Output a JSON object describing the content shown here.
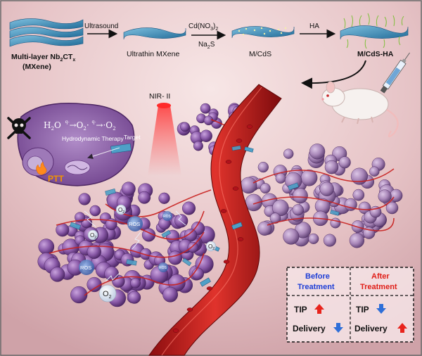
{
  "synthesis": {
    "step1_label_line1": "Multi-layer Nb",
    "step1_sub_2": "2",
    "step1_label_ct": "CT",
    "step1_sub_x": "x",
    "step1_label_line2": "(MXene)",
    "arrow1_label": "Ultrasound",
    "step2_label": "Ultrathin MXene",
    "arrow2_label_top": "Cd(NO",
    "arrow2_sub_3": "3",
    "arrow2_close": ")",
    "arrow2_sub_2": "2",
    "arrow2_label_bottom": "Na",
    "arrow2_bottom_sub": "2",
    "arrow2_bottom_tail": "S",
    "step3_label": "M/CdS",
    "arrow3_label": "HA",
    "step4_label": "M/CdS-HA"
  },
  "irradiation": {
    "label": "NIR- II"
  },
  "cell_inset": {
    "reaction_h2o": "H",
    "reaction_sub2": "2",
    "reaction_o": "O",
    "reaction_q1": "q-",
    "reaction_o2": "O",
    "reaction_sub2b": "2",
    "reaction_dot": "·",
    "reaction_q2": "q-",
    "reaction_o2b": "·O",
    "reaction_sub2c": "2",
    "therapy": "Hydrodynamic Therapy",
    "ptt": "PTT",
    "target": "Target"
  },
  "tumor_labels": {
    "ros": "ROS",
    "o2": "O",
    "o2_sub": "2"
  },
  "comparison": {
    "before_line1": "Before",
    "before_line2": "Treatment",
    "after_line1": "After",
    "after_line2": "Treatment",
    "tip_label": "TIP",
    "delivery_label": "Delivery"
  },
  "colors": {
    "before_header": "#1f3fd6",
    "after_header": "#e0201a",
    "up_arrow": "#e8231c",
    "down_arrow": "#2f6fd8",
    "tumor_purple": "#8a5aa8",
    "vessel_red": "#c8201e",
    "background_pink": "#e6c3c6"
  }
}
